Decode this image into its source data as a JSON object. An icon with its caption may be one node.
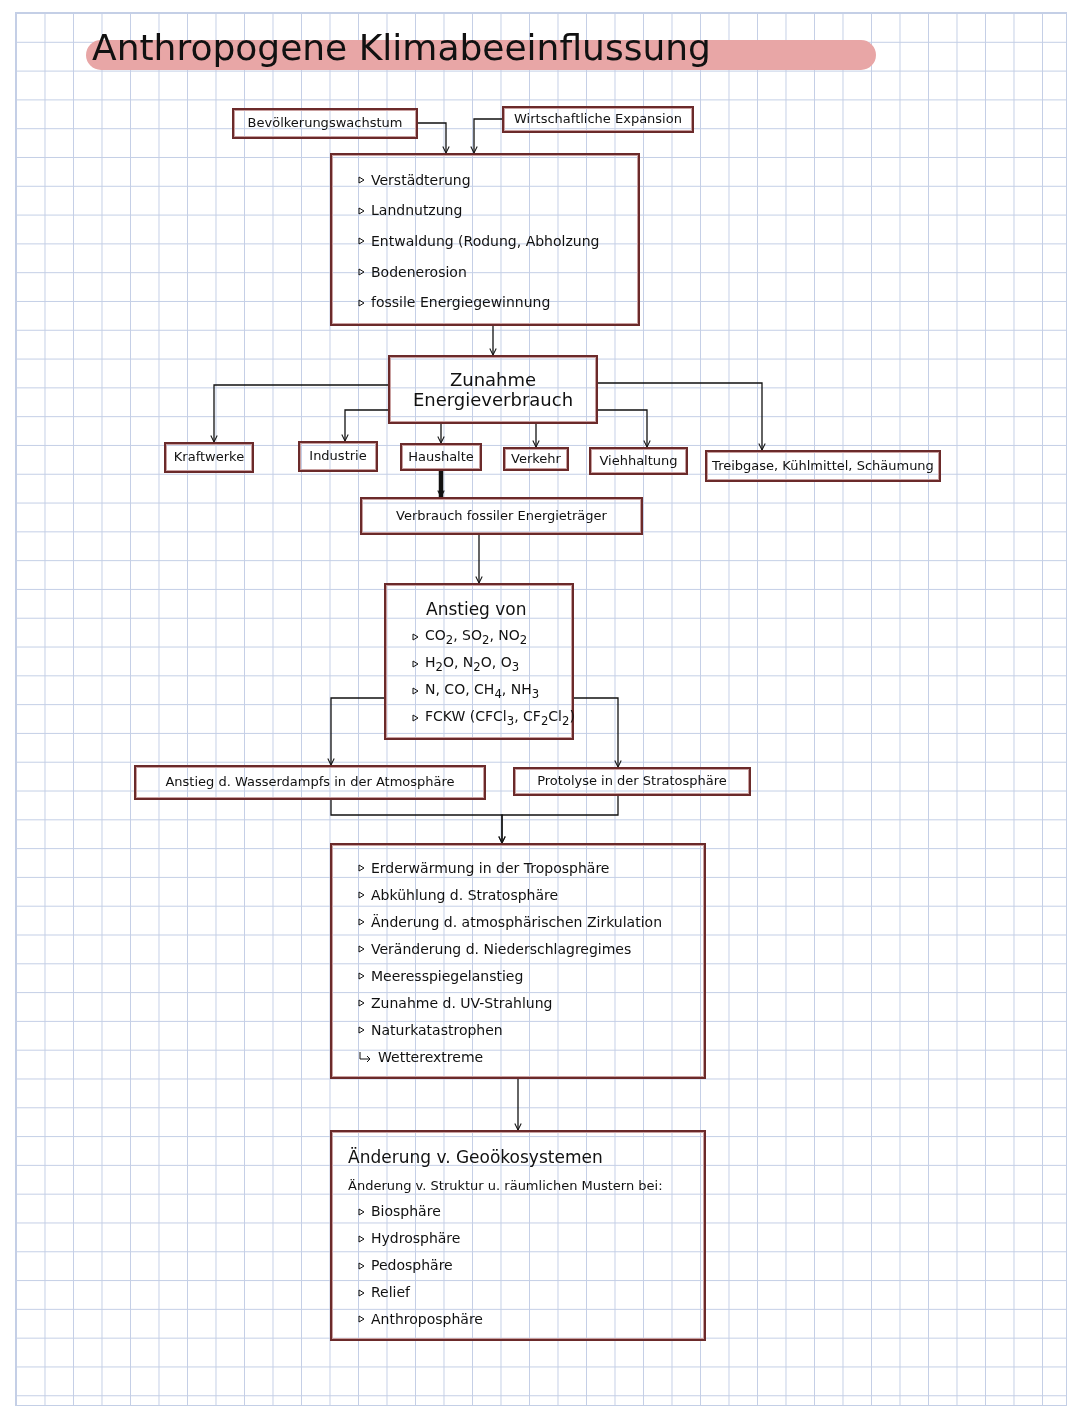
{
  "diagram": {
    "title": "Anthropogene Klimabeeinflussung",
    "nodes": [
      {
        "text": [
          "Bevölkerungswachstum"
        ]
      },
      {
        "text": [
          "Wirtschaftliche Expansion"
        ]
      },
      {
        "text": [
          "Verstädterung",
          "Landnutzung",
          "Entwaldung (Rodung, Abholzung",
          "Bodenerosion",
          "fossile Energiegewinnung"
        ]
      },
      {
        "text": [
          "Zunahme Energieverbrauch"
        ]
      },
      {
        "text": [
          "Kraftwerke"
        ]
      },
      {
        "text": [
          "Industrie"
        ]
      },
      {
        "text": [
          "Haushalte"
        ]
      },
      {
        "text": [
          "Verkehr"
        ]
      },
      {
        "text": [
          "Viehhaltung"
        ]
      },
      {
        "text": [
          "Treibgase, Kühlmittel, Schäumung"
        ]
      },
      {
        "text": [
          "Verbrauch fossiler Energieträger"
        ]
      },
      {
        "text": [
          "Anstieg von",
          "CO$_{2}$, SO$_{2}$, NO$_{2}$",
          "H$_{2}$O, N$_{2}$O, O$_{3}$",
          "N, CO, CH$_{4}$, NH$_{3}$",
          "FCKW (CFCl$_{3}$, CF$_{2}$Cl$_{2}$)"
        ]
      },
      {
        "text": [
          "Anstieg d. Wasserdampfs in der Atmosphäre"
        ]
      },
      {
        "text": [
          "Protolyse in der Stratosphäre"
        ]
      },
      {
        "text": [
          "Erderwärmung in der Troposphäre",
          "Abkühlung d. Stratosphäre",
          "Änderung d. atmosphärischen Zirkulation",
          "Veränderung d. Niederschlagregimes",
          "Meeresspiegelanstieg",
          "Zunahme d. UV-Strahlung",
          "Naturkatastrophen",
          "Wetterextreme"
        ]
      },
      {
        "text": [
          "Änderung v. Geoökosystemen",
          "Änderung v. Struktur u. räumlichen Mustern bei:",
          "Biosphäre",
          "Hydrosphäre",
          "Pedosphäre",
          "Relief",
          "Anthroposphäre"
        ]
      }
    ],
    "edges": [
      {
        "from": 0,
        "to": 2,
        "arrow": "to"
      },
      {
        "from": 1,
        "to": 2,
        "arrow": "to"
      },
      {
        "from": 2,
        "to": 3,
        "arrow": "to"
      },
      {
        "from": 3,
        "to": 4,
        "arrow": "to"
      },
      {
        "from": 3,
        "to": 5,
        "arrow": "to"
      },
      {
        "from": 3,
        "to": 6,
        "arrow": "to"
      },
      {
        "from": 3,
        "to": 7,
        "arrow": "to"
      },
      {
        "from": 3,
        "to": 8,
        "arrow": "to"
      },
      {
        "from": 3,
        "to": 9,
        "arrow": "to"
      },
      {
        "from": 6,
        "to": 10,
        "arrow": "to",
        "style": "thick"
      },
      {
        "from": 10,
        "to": 11,
        "arrow": "to"
      },
      {
        "from": 11,
        "to": 12,
        "arrow": "to"
      },
      {
        "from": 11,
        "to": 13,
        "arrow": "to"
      },
      {
        "from": 12,
        "to": 14,
        "arrow": "to"
      },
      {
        "from": 13,
        "to": 14,
        "arrow": "to"
      },
      {
        "from": 14,
        "to": 15,
        "arrow": "to"
      }
    ]
  }
}
